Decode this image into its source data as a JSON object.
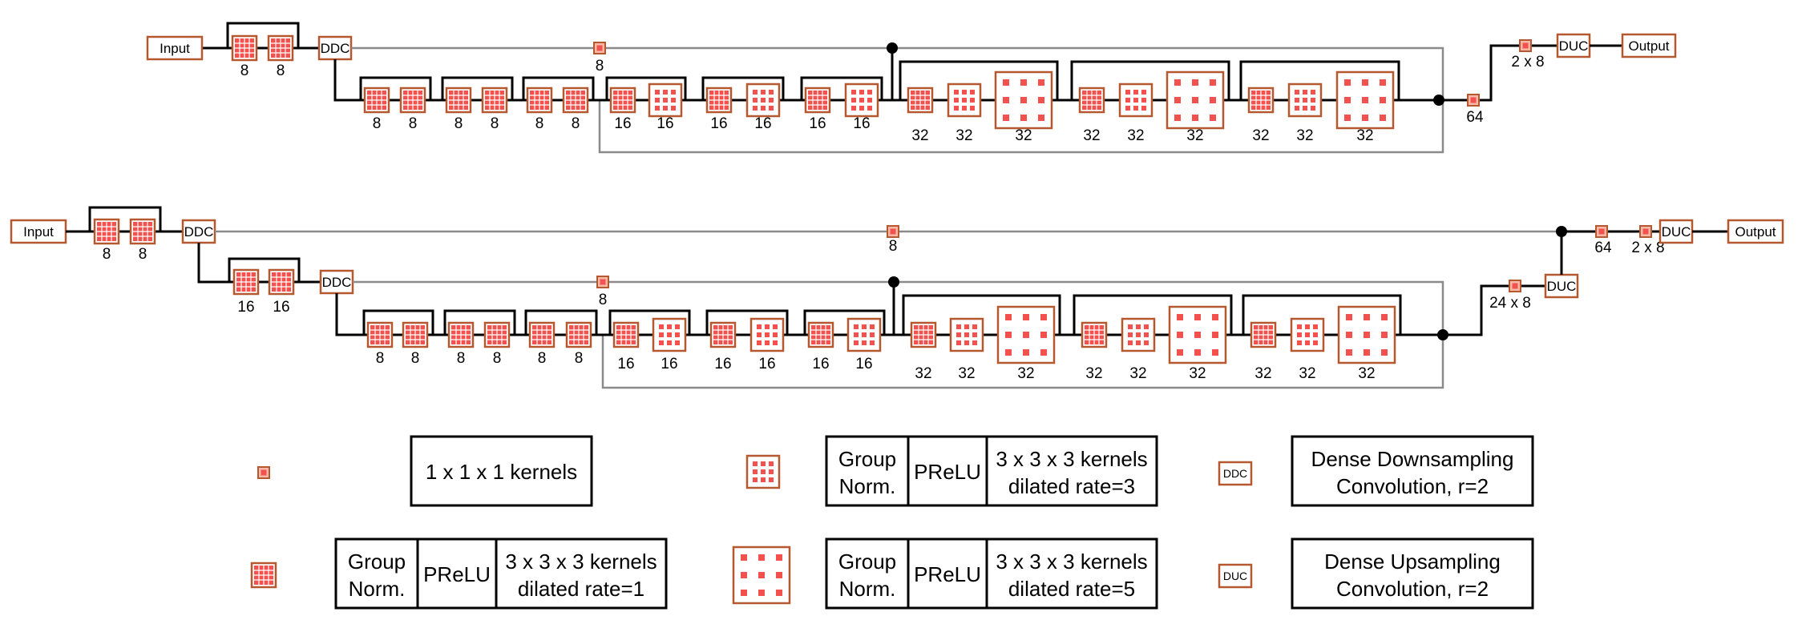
{
  "colors": {
    "box_border": "#b5582f",
    "kernel_fill": "#f2514d",
    "kernel_light": "#f6b9a7",
    "line": "#000000",
    "skip_line": "#8a8a8a",
    "background": "#ffffff"
  },
  "labels": {
    "input": "Input",
    "output": "Output",
    "ddc": "DDC",
    "duc": "DUC"
  },
  "top_net": {
    "stem_channels": [
      "8",
      "8"
    ],
    "skip_channels": "8",
    "stage1_channels": [
      "8",
      "8",
      "8",
      "8",
      "8",
      "8"
    ],
    "stage2_channels": [
      "16",
      "16",
      "16",
      "16",
      "16",
      "16"
    ],
    "stage3_channels": [
      "32",
      "32",
      "32",
      "32",
      "32",
      "32",
      "32",
      "32",
      "32"
    ],
    "merge_channels": "64",
    "pre_duc_channels": "2 x 8"
  },
  "bottom_net": {
    "stem_channels": [
      "8",
      "8"
    ],
    "skip_channels_long": "8",
    "stem2_channels": [
      "16",
      "16"
    ],
    "skip_channels": "8",
    "stage1_channels": [
      "8",
      "8",
      "8",
      "8",
      "8",
      "8"
    ],
    "stage2_channels": [
      "16",
      "16",
      "16",
      "16",
      "16",
      "16"
    ],
    "stage3_channels": [
      "32",
      "32",
      "32",
      "32",
      "32",
      "32",
      "32",
      "32",
      "32"
    ],
    "branch_channels": "24 x 8",
    "merge_channels": "64",
    "pre_duc_channels": "2 x 8"
  },
  "legend": {
    "k1_desc": "1 x 1 x 1 kernels",
    "k3r1": {
      "c1a": "Group",
      "c1b": "Norm.",
      "c2": "PReLU",
      "c3a": "3 x 3 x 3 kernels",
      "c3b": "dilated rate=1"
    },
    "k3r3": {
      "c1a": "Group",
      "c1b": "Norm.",
      "c2": "PReLU",
      "c3a": "3 x 3 x 3 kernels",
      "c3b": "dilated rate=3"
    },
    "k3r5": {
      "c1a": "Group",
      "c1b": "Norm.",
      "c2": "PReLU",
      "c3a": "3 x 3 x 3 kernels",
      "c3b": "dilated rate=5"
    },
    "ddc_desc": {
      "a": "Dense Downsampling",
      "b": "Convolution, r=2"
    },
    "duc_desc": {
      "a": "Dense Upsampling",
      "b": "Convolution, r=2"
    }
  }
}
